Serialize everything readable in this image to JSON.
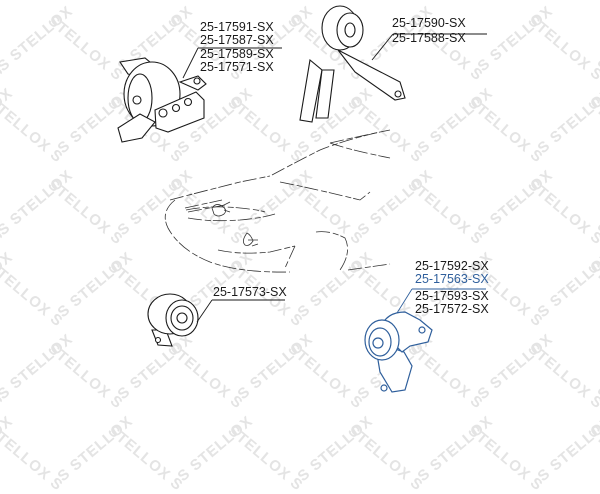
{
  "diagram": {
    "brand_watermark": "STELLOX",
    "highlight_color": "#2f5f9c",
    "line_color": "#1a1a1a",
    "parts": [
      {
        "id": "top-left-mount",
        "labels": [
          "25-17591-SX",
          "25-17587-SX",
          "25-17589-SX",
          "25-17571-SX"
        ],
        "highlighted": false
      },
      {
        "id": "top-right-mount",
        "labels": [
          "25-17590-SX",
          "25-17588-SX"
        ],
        "highlighted": false
      },
      {
        "id": "bottom-left-mount",
        "labels": [
          "25-17573-SX"
        ],
        "highlighted": false
      },
      {
        "id": "bottom-right-mount",
        "labels": [
          "25-17592-SX",
          "25-17563-SX",
          "25-17593-SX",
          "25-17572-SX"
        ],
        "highlighted": true,
        "highlighted_label": "25-17563-SX"
      }
    ]
  }
}
